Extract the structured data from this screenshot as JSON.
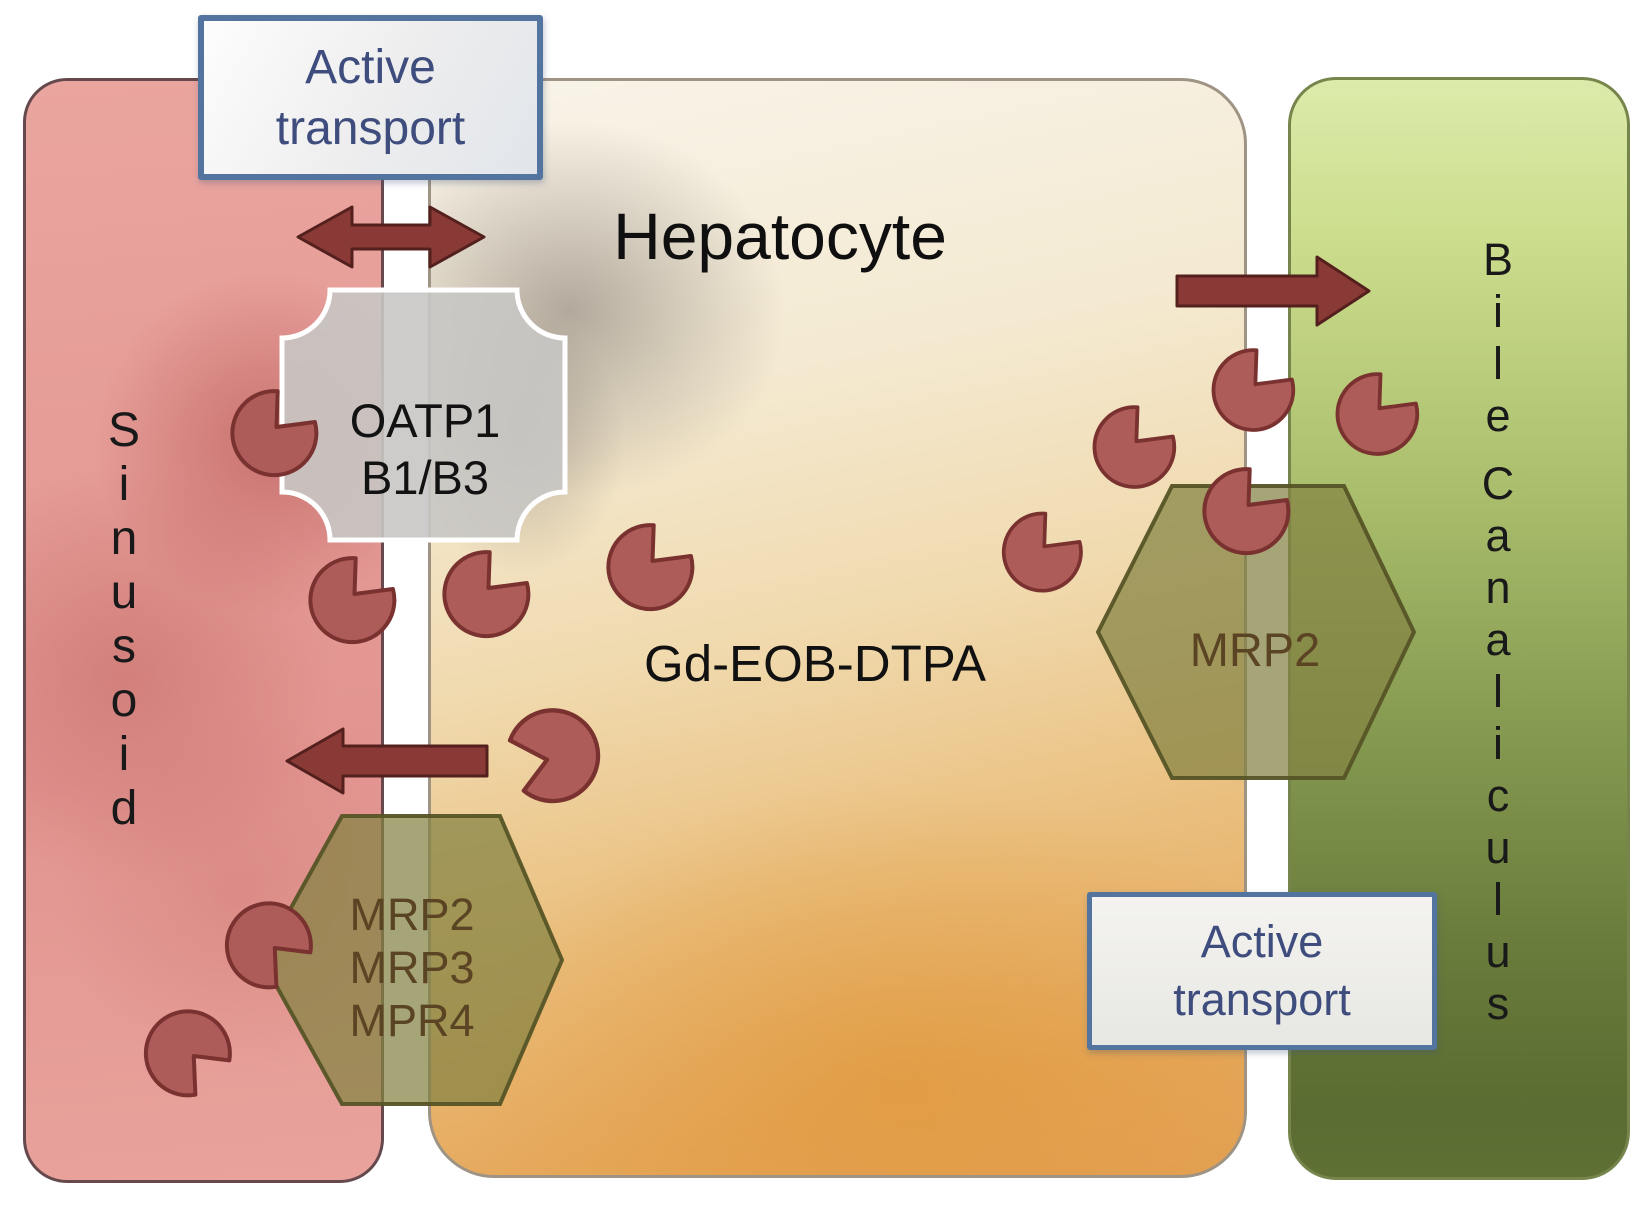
{
  "compartments": {
    "sinusoid": "Sinusoid",
    "hepatocyte": "Hepatocyte",
    "bile_canaliculus": "Bile Canaliculus"
  },
  "molecule": {
    "label": "Gd-EOB-DTPA"
  },
  "transporters": {
    "oatp": {
      "line1": "OATP1",
      "line2": "B1/B3"
    },
    "mrp_basolateral": {
      "line1": "MRP2",
      "line2": "MRP3",
      "line3": "MPR4"
    },
    "mrp_canalicular": {
      "label": "MRP2"
    }
  },
  "annotations": {
    "active_transport_sinusoidal": {
      "line1": "Active",
      "line2": "transport"
    },
    "active_transport_canalicular": {
      "line1": "Active",
      "line2": "transport"
    }
  },
  "icons": {
    "molecule_icon": "pacman-wedge-molecule",
    "bidirectional_arrow_icon": "double-headed-arrow",
    "efflux_arrow_icon": "left-arrow",
    "excretion_arrow_icon": "right-arrow"
  },
  "colors": {
    "sinusoid_pink": "#e59a95",
    "hepatocyte_cream": "#f6efdf",
    "hepatocyte_orange": "#e5a557",
    "bile_green_light": "#d9e8a2",
    "bile_green_dark": "#5a6c31",
    "molecule_red": "#ae5c59",
    "arrow_red": "#8a3a36",
    "transporter_olive": "#84824a",
    "transporter_gray": "#c8c6c4",
    "label_box_border": "#53749e",
    "label_box_text": "#3e4d7d"
  }
}
